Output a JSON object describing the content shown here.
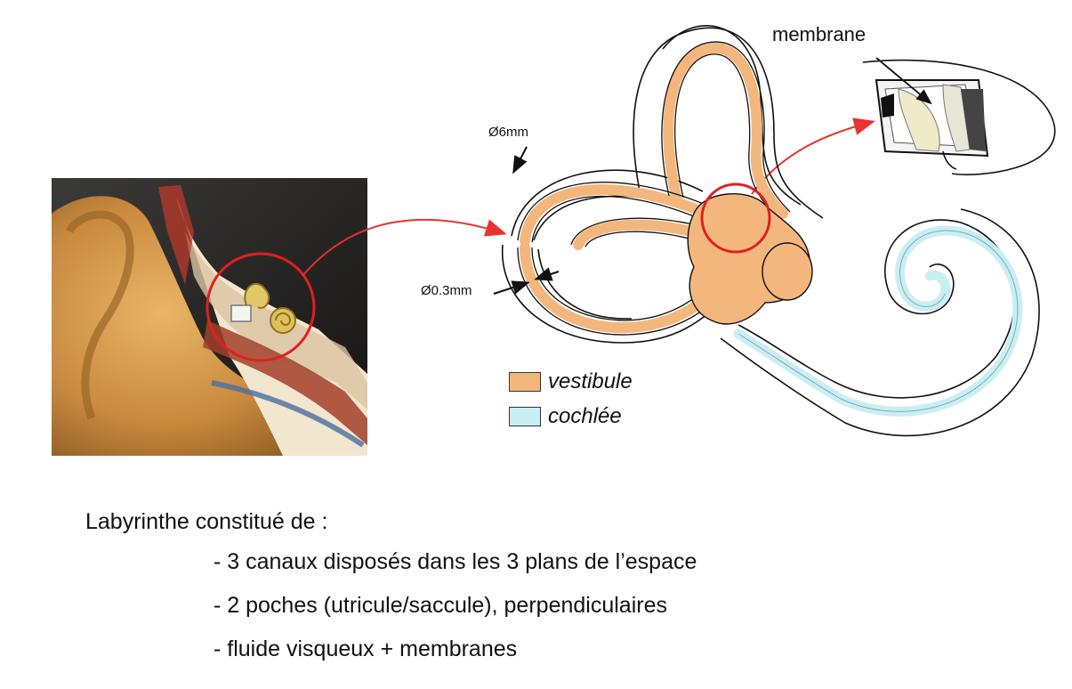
{
  "labels": {
    "membrane": "membrane",
    "canal_diameter": "Ø6mm",
    "inner_diameter": "Ø0.3mm"
  },
  "legend": [
    {
      "label": "vestibule",
      "color": "#f3b77d"
    },
    {
      "label": "cochlée",
      "color": "#c9eef3"
    }
  ],
  "text": {
    "heading": "Labyrinthe constitué de :",
    "items": [
      "- 3 canaux disposés dans les 3 plans de l’espace",
      "- 2 poches (utricule/saccule), perpendiculaires",
      "- fluide visqueux + membranes"
    ]
  },
  "colors": {
    "arrow": "#e8332e",
    "highlight": "#e02020",
    "vestibule": "#f3b77d",
    "cochlea": "#c9eef3"
  }
}
